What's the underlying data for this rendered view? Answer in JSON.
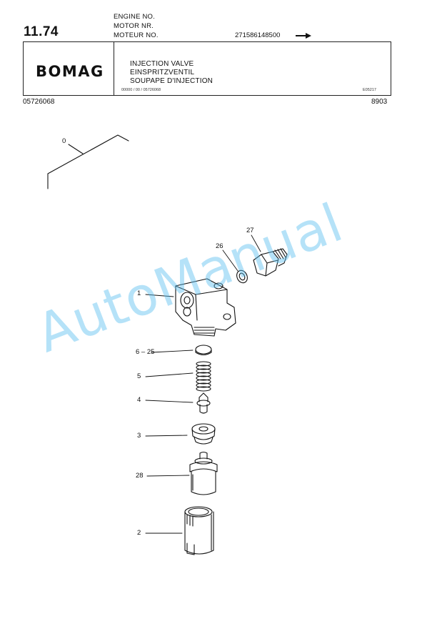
{
  "header": {
    "section_number": "11.74",
    "engine_labels": [
      "ENGINE NO.",
      "MOTOR  NR.",
      "MOTEUR NO."
    ],
    "engine_number": "271586148500",
    "logo": "BOMAG",
    "titles": [
      "INJECTION VALVE",
      "EINSPRITZVENTIL",
      "SOUPAPE D'INJECTION"
    ],
    "ref_line": "00000 / 00 / 05726068",
    "ref_code": "E05217",
    "doc_number": "05726068",
    "date_code": "8903"
  },
  "callouts": {
    "group": "0",
    "c27": "27",
    "c26": "26",
    "c1": "1",
    "c6_25": "6 – 25",
    "c5": "5",
    "c4": "4",
    "c3": "3",
    "c28": "28",
    "c2": "2"
  },
  "watermark": "AutoManual"
}
